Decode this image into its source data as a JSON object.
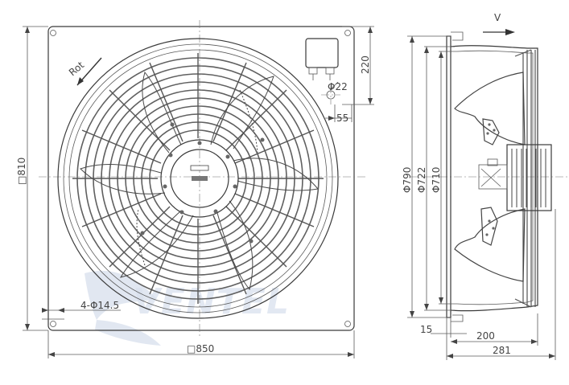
{
  "drawing": {
    "front_view": {
      "panel_width_label": "□850",
      "panel_height_label": "□810",
      "mounting_holes_label": "4-Φ14.5",
      "rotation_label": "Rot",
      "junction_box_offset_label": "220",
      "cable_gland_label": "Φ22",
      "junction_box_side_label": "55"
    },
    "side_view": {
      "airflow_label": "V",
      "diameter_outer_label": "Φ790",
      "diameter_mid_label": "Φ722",
      "diameter_inner_label": "Φ710",
      "flange_label": "15",
      "depth_label": "200",
      "total_depth_label": "281"
    },
    "watermark": {
      "text": "VENTEL",
      "color": "#c9d4e6"
    }
  }
}
